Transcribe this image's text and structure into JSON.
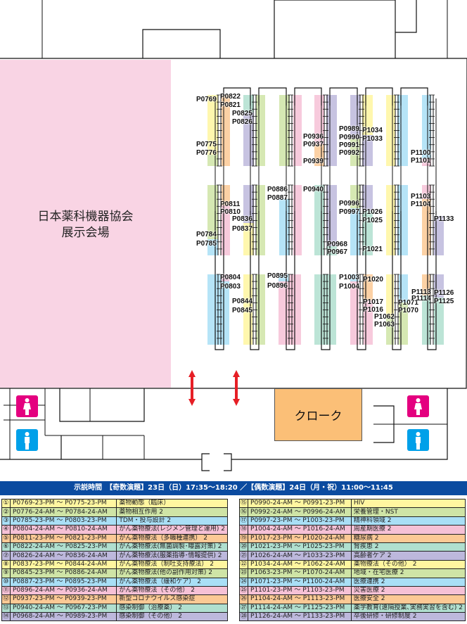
{
  "hall": {
    "line1": "日本薬科機器協会",
    "line2": "展示会場"
  },
  "cloak": "クローク",
  "icons": {
    "female_restroom": "female-restroom-icon",
    "male_restroom": "male-restroom-icon",
    "arrow": "double-arrow-icon"
  },
  "colors": {
    "yellow": "#fff6a0",
    "green": "#cfe4a6",
    "blue": "#a9dff6",
    "pink": "#f6c1d6",
    "orange": "#fcc995",
    "teal": "#b0dfcf",
    "purple": "#bdb8dc",
    "restroom_female": "#e4007f",
    "restroom_male": "#00a0e9",
    "arrow": "#e61e25",
    "bar": "#0b4ba0"
  },
  "map": {
    "labels": [
      "P0769",
      "P0822",
      "P0821",
      "P0825",
      "P0826",
      "P0775",
      "P0776",
      "P0936",
      "P0937",
      "P0939",
      "P0989",
      "P0990",
      "P0991",
      "P0992",
      "P1034",
      "P1033",
      "P1100",
      "P1101",
      "P0886",
      "P0887",
      "P0940",
      "P0811",
      "P0810",
      "P0836",
      "P0837",
      "P0784",
      "P0785",
      "P0996",
      "P0997",
      "P1026",
      "P1025",
      "P1021",
      "P0968",
      "P0967",
      "P1103",
      "P1104",
      "P1133",
      "P0804",
      "P0803",
      "P0844",
      "P0845",
      "P0895",
      "P0896",
      "P1003",
      "P1004",
      "P1020",
      "P1017",
      "P1016",
      "P1062",
      "P1063",
      "P1071",
      "P1070",
      "P1113",
      "P1114",
      "P1126",
      "P1125"
    ]
  },
  "schedule_bar": "示説時間　【奇数演題】23日（日）17:35〜18:20 ／【偶数演題】24日（月・祝）11:00〜11:45",
  "legend_left": [
    {
      "no": "①",
      "range": "P0769-23-PM ～ P0775-23-PM",
      "topic": "薬物動態（臨床）",
      "color": "yellow"
    },
    {
      "no": "②",
      "range": "P0776-24-AM ～ P0784-24-AM",
      "topic": "薬物相互作用 2",
      "color": "green"
    },
    {
      "no": "③",
      "range": "P0785-23-PM ～ P0803-23-PM",
      "topic": "TDM・投与設計 2",
      "color": "blue"
    },
    {
      "no": "④",
      "range": "P0804-24-AM ～ P0810-24-AM",
      "topic": "がん薬物療法(レジメン管理と運用) 2",
      "color": "pink"
    },
    {
      "no": "⑤",
      "range": "P0811-23-PM ～ P0821-23-PM",
      "topic": "がん薬物療法（多職種連携） 2",
      "color": "orange"
    },
    {
      "no": "⑥",
      "range": "P0822-24-AM ～ P0825-23-PM",
      "topic": "がん薬物療法(無菌調製･曝露対策) 2",
      "color": "teal"
    },
    {
      "no": "⑦",
      "range": "P0826-24-AM ～ P0836-24-AM",
      "topic": "がん薬物療法(服薬指導･情報提供) 2",
      "color": "purple"
    },
    {
      "no": "⑧",
      "range": "P0837-23-PM ～ P0844-24-AM",
      "topic": "がん薬物療法（制吐支持療法） 2",
      "color": "yellow"
    },
    {
      "no": "⑨",
      "range": "P0845-23-PM ～ P0886-24-AM",
      "topic": "がん薬物療法(他の副作用対策) 2",
      "color": "green"
    },
    {
      "no": "⑩",
      "range": "P0887-23-PM ～ P0895-23-PM",
      "topic": "がん薬物療法（緩和ケア） 2",
      "color": "blue"
    },
    {
      "no": "⑪",
      "range": "P0896-24-AM ～ P0936-24-AM",
      "topic": "がん薬物療法（その他） 2",
      "color": "pink"
    },
    {
      "no": "⑫",
      "range": "P0937-23-PM ～ P0939-23-PM",
      "topic": "新型コロナウイルス感染症",
      "color": "orange"
    },
    {
      "no": "⑬",
      "range": "P0940-24-AM ～ P0967-23-PM",
      "topic": "感染制御（治療薬） 2",
      "color": "teal"
    },
    {
      "no": "⑭",
      "range": "P0968-24-AM ～ P0989-23-PM",
      "topic": "感染制御（その他） 2",
      "color": "purple"
    }
  ],
  "legend_right": [
    {
      "no": "⑮",
      "range": "P0990-24-AM ～ P0991-23-PM",
      "topic": "HIV",
      "color": "yellow"
    },
    {
      "no": "⑯",
      "range": "P0992-24-AM ～ P0996-24-AM",
      "topic": "栄養管理・NST",
      "color": "green"
    },
    {
      "no": "⑰",
      "range": "P0997-23-PM ～ P1003-23-PM",
      "topic": "精神科領域 2",
      "color": "blue"
    },
    {
      "no": "⑱",
      "range": "P1004-24-AM ～ P1016-24-AM",
      "topic": "周産期医療 2",
      "color": "pink"
    },
    {
      "no": "⑲",
      "range": "P1017-23-PM ～ P1020-24-AM",
      "topic": "糖尿病 2",
      "color": "orange"
    },
    {
      "no": "⑳",
      "range": "P1021-23-PM ～ P1025-23-PM",
      "topic": "腎疾患 2",
      "color": "teal"
    },
    {
      "no": "㉑",
      "range": "P1026-24-AM ～ P1033-23-PM",
      "topic": "高齢者ケア 2",
      "color": "purple"
    },
    {
      "no": "㉒",
      "range": "P1034-24-AM ～ P1062-24-AM",
      "topic": "薬物療法（その他） 2",
      "color": "yellow"
    },
    {
      "no": "㉓",
      "range": "P1063-23-PM ～ P1070-24-AM",
      "topic": "地域・在宅医療 2",
      "color": "green"
    },
    {
      "no": "㉔",
      "range": "P1071-23-PM ～ P1100-24-AM",
      "topic": "医療連携 2",
      "color": "blue"
    },
    {
      "no": "㉕",
      "range": "P1101-23-PM ～ P1103-23-PM",
      "topic": "災害医療 2",
      "color": "pink"
    },
    {
      "no": "㉖",
      "range": "P1104-24-AM ～ P1113-23-PM",
      "topic": "医療安全 2",
      "color": "orange"
    },
    {
      "no": "㉗",
      "range": "P1114-24-AM ～ P1125-23-PM",
      "topic": "薬学教育(遠隔授業､実務実習を含む) 2",
      "color": "teal"
    },
    {
      "no": "㉘",
      "range": "P1126-24-AM ～ P1133-23-PM",
      "topic": "卒後研修・研修制度 2",
      "color": "purple"
    }
  ]
}
